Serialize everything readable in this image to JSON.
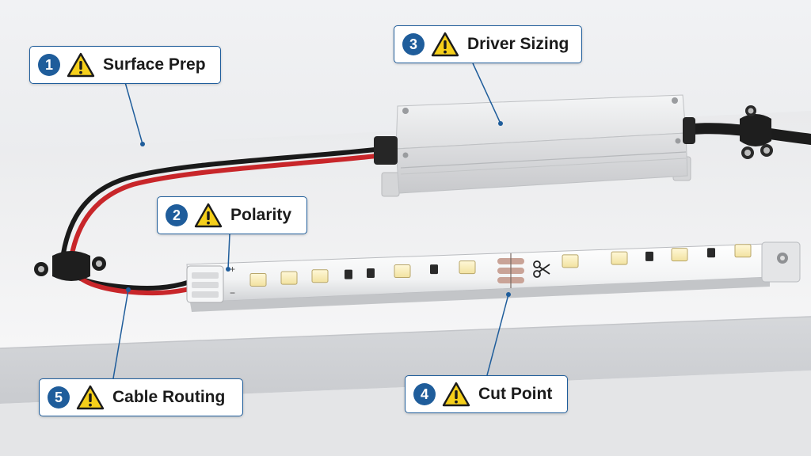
{
  "colors": {
    "accent": "#1f5d9b",
    "warning": "#f5cf1a",
    "wire_red": "#c8262a",
    "wire_black": "#1a1a1a"
  },
  "icons": [
    "warning-icon",
    "scissors-icon"
  ],
  "strip_marks": {
    "plus": "+",
    "minus": "−"
  },
  "callouts": [
    {
      "number": "1",
      "label": "Surface Prep"
    },
    {
      "number": "2",
      "label": "Polarity"
    },
    {
      "number": "3",
      "label": "Driver Sizing"
    },
    {
      "number": "4",
      "label": "Cut Point"
    },
    {
      "number": "5",
      "label": "Cable Routing"
    }
  ]
}
